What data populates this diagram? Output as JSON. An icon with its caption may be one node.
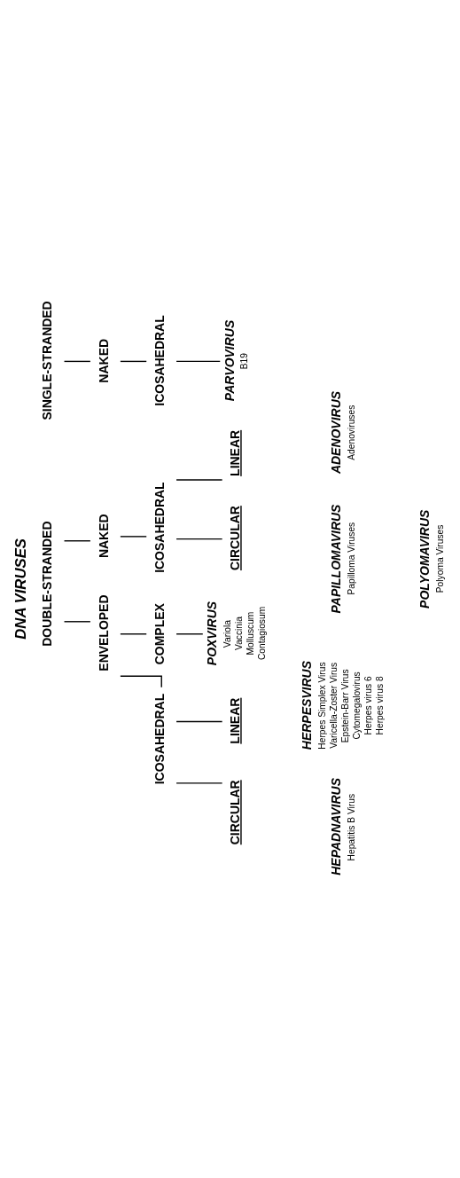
{
  "diagram": {
    "title": "DNA VIRUSES",
    "nodes": [
      {
        "text": [
          "DOUBLE-STRANDED"
        ]
      },
      {
        "text": [
          "ENVELOPED"
        ]
      },
      {
        "text": [
          "NAKED"
        ]
      },
      {
        "text": [
          "ICOSAHEDRAL"
        ]
      },
      {
        "text": [
          "COMPLEX"
        ]
      },
      {
        "text": [
          "ICOSAHEDRAL"
        ]
      },
      {
        "text": [
          "CIRCULAR"
        ]
      },
      {
        "text": [
          "LINEAR"
        ]
      },
      {
        "text": [
          "CIRCULAR"
        ]
      },
      {
        "text": [
          "LINEAR"
        ]
      },
      {
        "text": [
          "HEPADNAVIRUS",
          "Hepatitis B Virus"
        ]
      },
      {
        "text": [
          "HERPESVIRUS",
          "Herpes Simplex Virus",
          "Varicella-Zoster Virus",
          "Epstein-Barr Virus",
          "Cytomegalovirus",
          "Herpes virus 6",
          "Herpes virus 8"
        ]
      },
      {
        "text": [
          "POXVIRUS",
          "Variola",
          "Vaccinia",
          "Molluscum",
          "Contagiosum"
        ]
      },
      {
        "text": [
          "PAPILLOMAVIRUS",
          "Papilloma Viruses"
        ]
      },
      {
        "text": [
          "POLYOMAVIRUS",
          "Polyoma Viruses"
        ]
      },
      {
        "text": [
          "ADENOVIRUS",
          "Adenoviruses"
        ]
      },
      {
        "text": [
          "SINGLE-STRANDED"
        ]
      },
      {
        "text": [
          "NAKED"
        ]
      },
      {
        "text": [
          "ICOSAHEDRAL"
        ]
      },
      {
        "text": [
          "PARVOVIRUS",
          "B19"
        ]
      }
    ],
    "edges": [
      {
        "from": 0,
        "to": 1,
        "arrow": "none"
      },
      {
        "from": 0,
        "to": 2,
        "arrow": "none"
      },
      {
        "from": 1,
        "to": 3,
        "arrow": "none"
      },
      {
        "from": 1,
        "to": 4,
        "arrow": "none"
      },
      {
        "from": 2,
        "to": 5,
        "arrow": "none"
      },
      {
        "from": 3,
        "to": 6,
        "arrow": "none"
      },
      {
        "from": 3,
        "to": 7,
        "arrow": "none"
      },
      {
        "from": 5,
        "to": 8,
        "arrow": "none"
      },
      {
        "from": 5,
        "to": 9,
        "arrow": "none"
      },
      {
        "from": 4,
        "to": 12,
        "arrow": "none"
      },
      {
        "from": 16,
        "to": 17,
        "arrow": "none"
      },
      {
        "from": 17,
        "to": 18,
        "arrow": "none"
      },
      {
        "from": 18,
        "to": 19,
        "arrow": "none"
      }
    ]
  }
}
